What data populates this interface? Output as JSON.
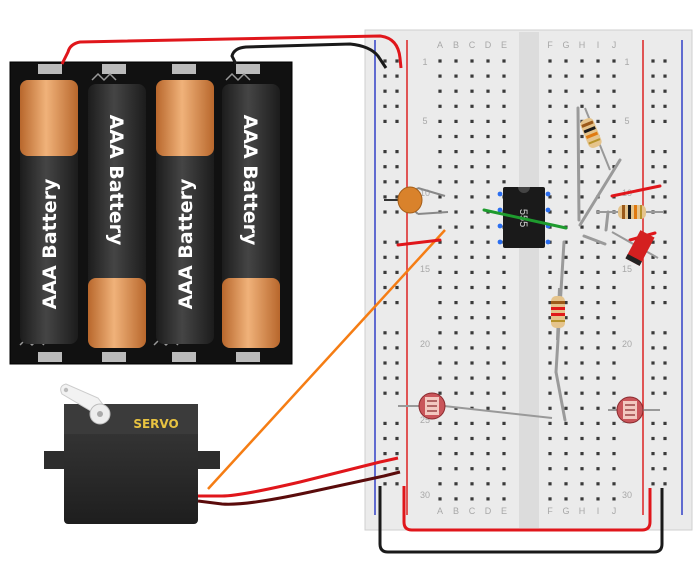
{
  "battery_pack": {
    "cells": [
      {
        "label": "AAA Battery",
        "orientation": "up"
      },
      {
        "label": "AAA Battery",
        "orientation": "down"
      },
      {
        "label": "AAA Battery",
        "orientation": "up"
      },
      {
        "label": "AAA Battery",
        "orientation": "down"
      }
    ]
  },
  "servo": {
    "label": "SERVO"
  },
  "breadboard": {
    "columns_left": [
      "A",
      "B",
      "C",
      "D",
      "E"
    ],
    "columns_right": [
      "F",
      "G",
      "H",
      "I",
      "J"
    ],
    "row_numbers": [
      "1",
      "5",
      "10",
      "15",
      "20",
      "25",
      "30"
    ]
  },
  "ic": {
    "label": "555"
  },
  "wire_colors": {
    "red": "#e0161b",
    "black": "#1a1a1a",
    "orange": "#f57d14",
    "green": "#1e9b2e",
    "gray": "#9a9a9a",
    "dark_red": "#5a0b0b"
  },
  "palette": {
    "board": "#e8e8e8",
    "rail_red": "#d22",
    "rail_blue": "#33c",
    "battery_copper": "#d98c4c",
    "battery_black": "#222222",
    "servo_body": "#2a2a2a",
    "servo_label": "#e8c341"
  }
}
